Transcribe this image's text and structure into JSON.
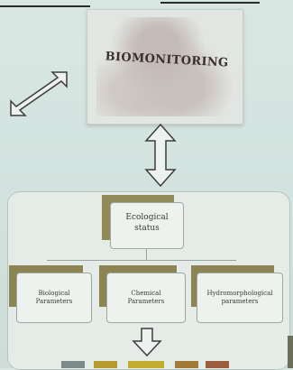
{
  "central": {
    "label": "BIOMONITORING"
  },
  "ecological": {
    "line1": "Ecological",
    "line2": "status"
  },
  "parameters": [
    {
      "line1": "Biological",
      "line2": "Parameters"
    },
    {
      "line1": "Chemical",
      "line2": "Parameters"
    },
    {
      "line1": "Hydromorphological",
      "line2": "parameters"
    }
  ],
  "colors": {
    "accent_olive": "#8c8452",
    "swatches": [
      "#7d8a8c",
      "#b59a2e",
      "#c2ad30",
      "#a07b3a",
      "#9b5d3e"
    ]
  }
}
